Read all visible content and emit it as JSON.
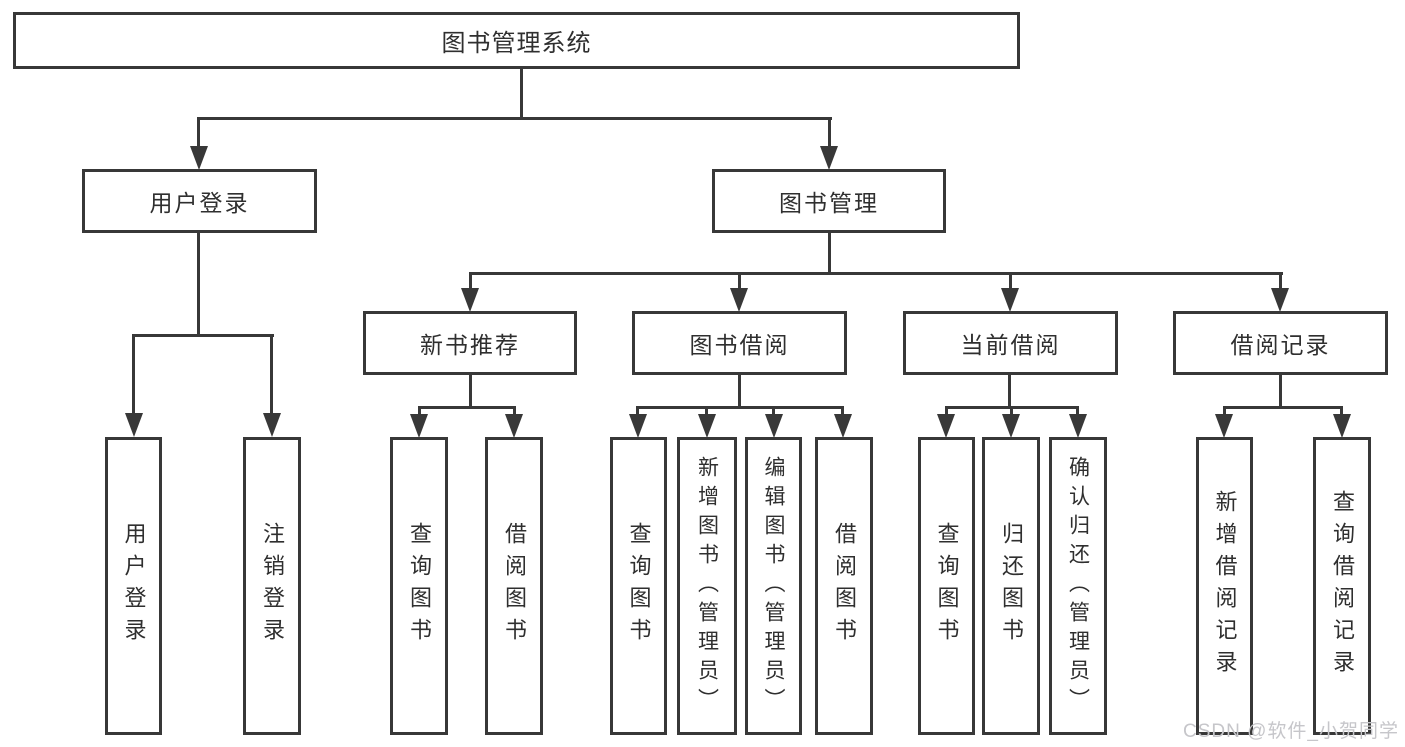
{
  "diagram_type": "hierarchy-tree",
  "tree": {
    "label": "图书管理系统",
    "children": [
      {
        "label": "用户登录",
        "children": [
          {
            "label": "用户登录"
          },
          {
            "label": "注销登录"
          }
        ]
      },
      {
        "label": "图书管理",
        "children": [
          {
            "label": "新书推荐",
            "children": [
              {
                "label": "查询图书"
              },
              {
                "label": "借阅图书"
              }
            ]
          },
          {
            "label": "图书借阅",
            "children": [
              {
                "label": "查询图书"
              },
              {
                "label": "新增图书（管理员）"
              },
              {
                "label": "编辑图书（管理员）"
              },
              {
                "label": "借阅图书"
              }
            ]
          },
          {
            "label": "当前借阅",
            "children": [
              {
                "label": "查询图书"
              },
              {
                "label": "归还图书"
              },
              {
                "label": "确认归还（管理员）"
              }
            ]
          },
          {
            "label": "借阅记录",
            "children": [
              {
                "label": "新增借阅记录"
              },
              {
                "label": "查询借阅记录"
              }
            ]
          }
        ]
      }
    ]
  },
  "watermark": "CSDN @软件_小贺同学",
  "colors": {
    "line": "#383838",
    "text": "#2f2f2f",
    "watermark": "#c6c6ca",
    "background": "#ffffff"
  }
}
